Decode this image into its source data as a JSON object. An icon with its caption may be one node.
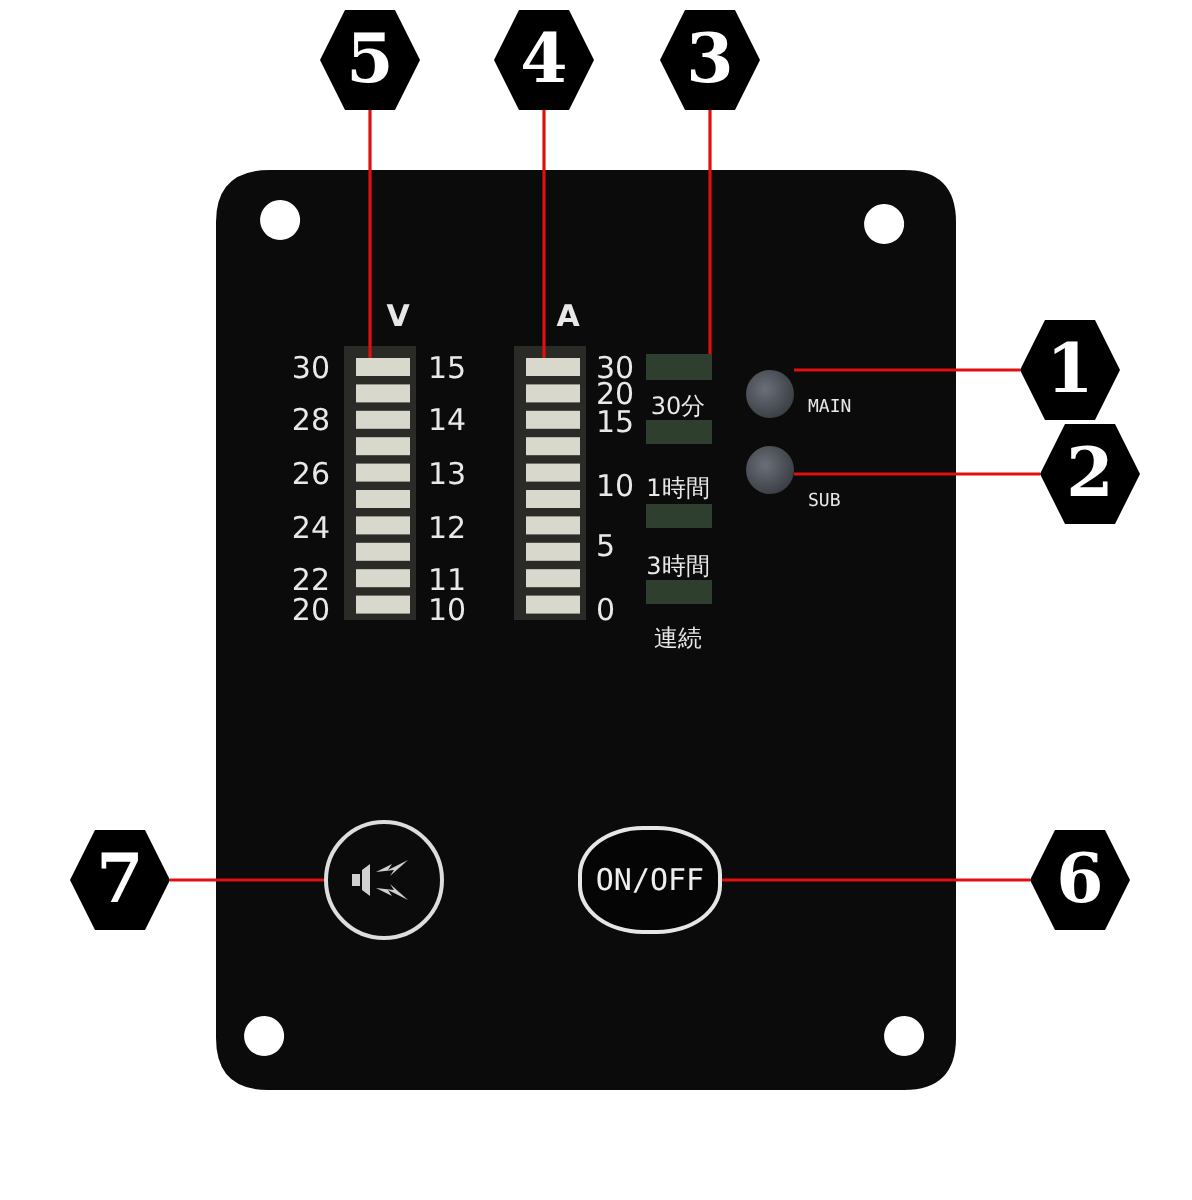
{
  "diagram": {
    "nodes": [
      {
        "text": [
          "5"
        ]
      },
      {
        "text": [
          "4"
        ]
      },
      {
        "text": [
          "3"
        ]
      },
      {
        "text": [
          "1"
        ]
      },
      {
        "text": [
          "2"
        ]
      },
      {
        "text": [
          "7"
        ]
      },
      {
        "text": [
          "6"
        ]
      },
      {
        "text": [],
        "shape": "bar"
      },
      {
        "text": [],
        "shape": "bar"
      },
      {
        "text": [],
        "shape": "bar"
      },
      {
        "text": [],
        "shape": "circle"
      },
      {
        "text": [],
        "shape": "circle"
      },
      {
        "text": [],
        "shape": "circle"
      },
      {
        "text": [
          "ON/OFF"
        ]
      }
    ],
    "edges": [
      {
        "from": 0,
        "to": 7,
        "arrow": "none"
      },
      {
        "from": 1,
        "to": 8,
        "arrow": "none"
      },
      {
        "from": 2,
        "to": 9,
        "arrow": "none"
      },
      {
        "from": 3,
        "to": 10,
        "arrow": "none"
      },
      {
        "from": 4,
        "to": 11,
        "arrow": "none"
      },
      {
        "from": 5,
        "to": 12,
        "arrow": "none"
      },
      {
        "from": 6,
        "to": 13,
        "arrow": "none"
      }
    ],
    "labels": [
      "V",
      "A",
      "30",
      "28",
      "26",
      "24",
      "22",
      "20",
      "15",
      "14",
      "13",
      "12",
      "11",
      "10",
      "30",
      "20",
      "15",
      "10",
      "5",
      "0",
      "30分",
      "1時間",
      "3時間",
      "連続",
      "MAIN",
      "SUB"
    ]
  }
}
